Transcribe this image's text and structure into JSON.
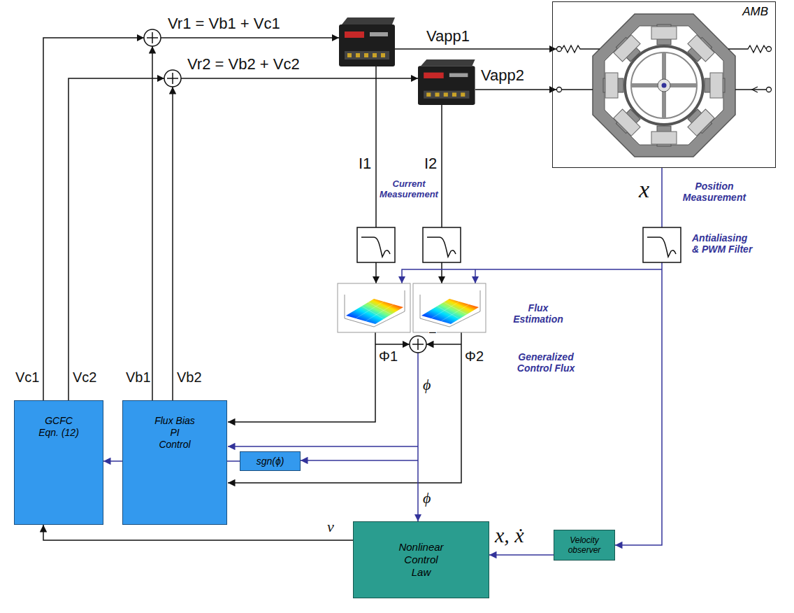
{
  "diagram": {
    "nodes": [
      {
        "text": [
          "AMB"
        ]
      },
      {
        "text": [
          "GCFC Eqn. (12)"
        ]
      },
      {
        "text": [
          "Flux Bias PI Control"
        ]
      },
      {
        "text": [
          "sgn(ϕ)"
        ]
      },
      {
        "text": [
          "Nonlinear Control Law"
        ]
      },
      {
        "text": [
          "Velocity observer"
        ]
      }
    ],
    "edges": [
      {
        "from": 0,
        "to": 5,
        "arrow": "to"
      },
      {
        "from": 5,
        "to": 4,
        "label": "x, ẋ",
        "arrow": "to"
      },
      {
        "from": 4,
        "to": 1,
        "label": "v",
        "arrow": "to"
      },
      {
        "from": 3,
        "to": 1,
        "arrow": "to"
      }
    ],
    "labels": [
      "Vr1 = Vb1 + Vc1",
      "Vapp1",
      "Vr2 = Vb2 + Vc2",
      "Vapp2",
      "I1",
      "I2",
      "Current Measurement",
      "x",
      "Position Measurement",
      "Antialiasing & PWM Filter",
      "Flux Estimation",
      "Φ1",
      "−",
      "Φ2",
      "Generalized Control Flux",
      "ϕ",
      "Vc1",
      "Vc2",
      "Vb1",
      "Vb2",
      "ϕ"
    ]
  }
}
